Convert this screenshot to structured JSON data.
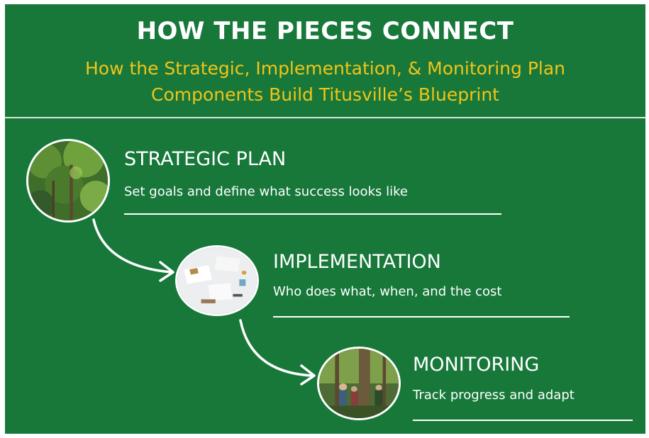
{
  "header": {
    "title": "HOW THE PIECES CONNECT",
    "subtitle_line1": "How the Strategic, Implementation, & Monitoring Plan",
    "subtitle_line2": "Components Build Titusville’s Blueprint"
  },
  "steps": [
    {
      "title": "STRATEGIC PLAN",
      "description": "Set goals and define what success looks like",
      "image": "forest-canopy-photo"
    },
    {
      "title": "IMPLEMENTATION",
      "description": "Who does what, when, and the cost",
      "image": "planning-desk-photo"
    },
    {
      "title": "MONITORING",
      "description": "Track progress and adapt",
      "image": "field-team-forest-photo"
    }
  ],
  "colors": {
    "background": "#17783a",
    "title": "#ffffff",
    "subtitle": "#f2c418",
    "connector": "#ffffff"
  }
}
